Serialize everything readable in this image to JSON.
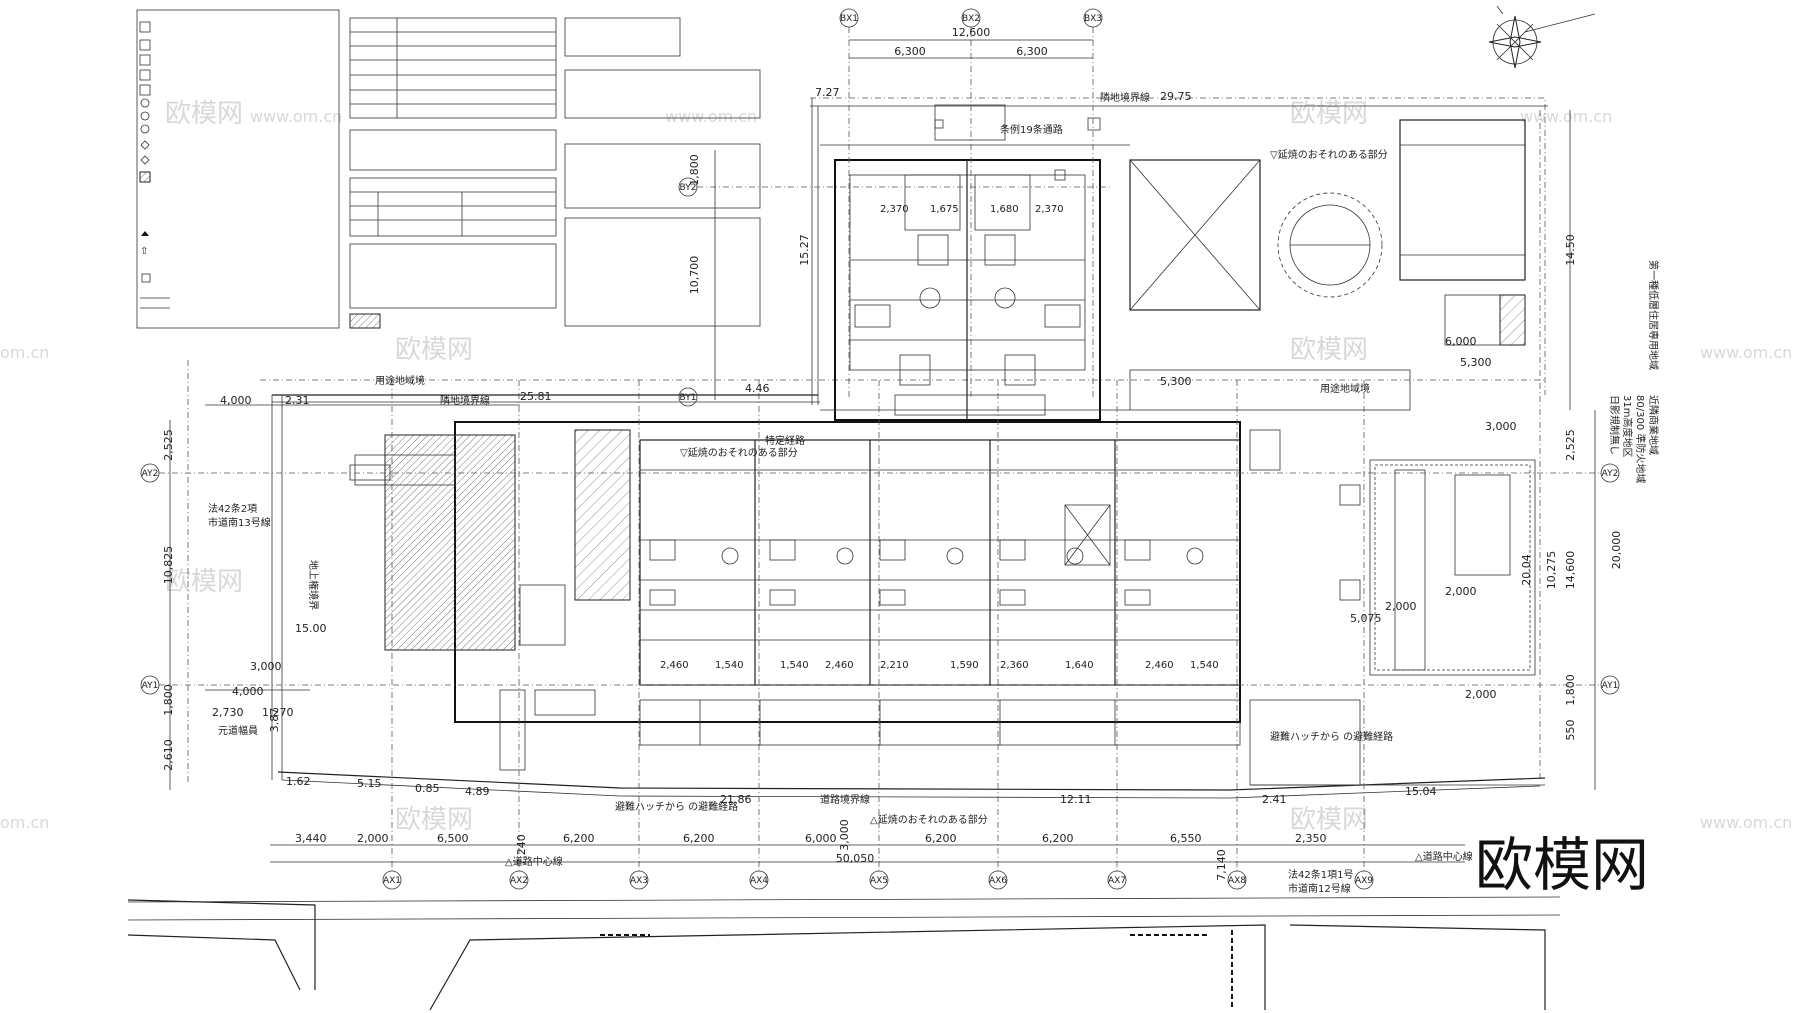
{
  "watermark": {
    "brand": "欧模网",
    "url": "www.om.cn",
    "url_short": "om.cn"
  },
  "grid": {
    "x_axes": [
      "AX1",
      "AX2",
      "AX3",
      "AX4",
      "AX5",
      "AX6",
      "AX7",
      "AX8",
      "AX9"
    ],
    "y_axes": [
      "AY1",
      "AY2"
    ],
    "bx_axes": [
      "BX1",
      "BX2",
      "BX3"
    ],
    "by_axes": [
      "BY1",
      "BY2"
    ]
  },
  "dimensions": {
    "top_total": "12,600",
    "top_left": "6,300",
    "top_right": "6,300",
    "bottom_total": "50,050",
    "bottom_segments": [
      "3,440",
      "2,000",
      "6,500",
      "6,200",
      "6,200",
      "6,000",
      "6,200",
      "6,200",
      "6,550",
      "2,350"
    ],
    "upper_block_height": "10,700",
    "upper_block_gap": "1,800",
    "upper_side": "15.27",
    "left_total": "10,825",
    "left_a": "2,525",
    "left_b": "1,800",
    "left_c": "2,610",
    "left_d": "3.87",
    "right_total": "20,000",
    "right_a": "2,525",
    "right_b": "14,600",
    "right_c": "10,275",
    "right_d": "20.04",
    "right_e": "14.50",
    "right_f": "1,800",
    "right_g": "550",
    "boundary_top": "29.75",
    "boundary_top_left": "7.27",
    "boundary_mid": "25.81",
    "boundary_mid_left": "2.31",
    "boundary_mid_right": "4.46",
    "road_a": "21.86",
    "road_b": "12.11",
    "road_c": "2.41",
    "road_d": "15.04",
    "road_left_a": "1.62",
    "road_left_b": "5.15",
    "road_left_c": "0.85",
    "road_left_d": "4.89",
    "setback_a": "4,000",
    "setback_b": "3,000",
    "setback_c": "4,000",
    "setback_d": "2,730",
    "setback_e": "1,270",
    "road_width": "15.00",
    "v_7240": "7,240",
    "v_7140": "7,140",
    "v_3000": "3,000",
    "park_a": "6,000",
    "park_b": "5,300",
    "park_c": "5,300",
    "park_d": "2,000",
    "park_e": "2,000",
    "right_3000": "3,000",
    "right_2000": "2,000",
    "right_5075": "5,075"
  },
  "unit_dims": [
    "2,460",
    "1,540",
    "1,540",
    "2,460",
    "2,210",
    "1,590",
    "2,360",
    "1,640",
    "2,460",
    "1,540"
  ],
  "upper_unit_dims": [
    "2,370",
    "1,675",
    "1,680",
    "2,370"
  ],
  "labels": {
    "boundary_adjacent": "隣地境界線",
    "use_zone_boundary": "用途地域境",
    "road_boundary": "道路境界線",
    "fire_spread_zone": "▽延焼のおそれのある部分",
    "fire_spread_zone_b": "△延焼のおそれのある部分",
    "road_center_line": "△道路中心線",
    "road_center_line_b": "△道路中心線",
    "law_42_2": "法42条2項",
    "road_13": "市道南13号線",
    "law_42_1": "法42条1項1号",
    "road_12": "市道南12号線",
    "escape_route": "避難ハッチから\nの避難経路",
    "escape_route_b": "避難ハッチから\nの避難経路",
    "original_road_width": "元道幅員",
    "ground_boundary": "地上権境界",
    "special_path": "特定経路",
    "ordinance_19": "条例19条通路",
    "zone_info_a": "第一種低層住居専用地域",
    "zone_info_b": "近隣商業地域",
    "zone_info_c": "80/300 準防火地域",
    "zone_info_d": "31m高度地区",
    "zone_info_e": "日影規制無し"
  },
  "title_block": {
    "rows": 7
  },
  "legend": {
    "items": 14
  }
}
